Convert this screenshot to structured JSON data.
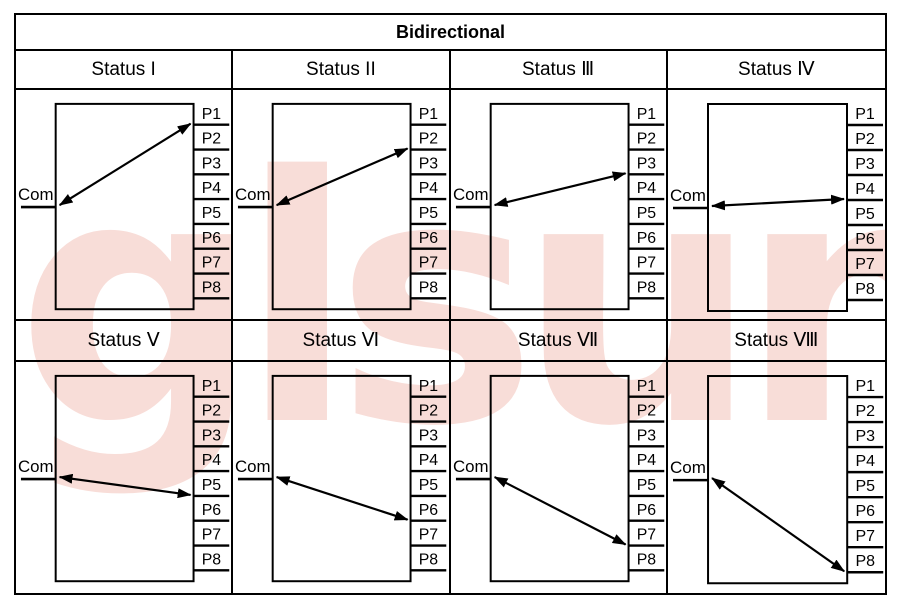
{
  "title": "Bidirectional",
  "watermark": {
    "text": "glsun",
    "color_hex": "#f8ddd8"
  },
  "line_color": "#000000",
  "panels": [
    {
      "title": "Status I",
      "com_label": "Com",
      "ports": [
        "P1",
        "P2",
        "P3",
        "P4",
        "P5",
        "P6",
        "P7",
        "P8"
      ],
      "active_port": "P1"
    },
    {
      "title": "Status II",
      "com_label": "Com",
      "ports": [
        "P1",
        "P2",
        "P3",
        "P4",
        "P5",
        "P6",
        "P7",
        "P8"
      ],
      "active_port": "P2"
    },
    {
      "title": "Status Ⅲ",
      "com_label": "Com",
      "ports": [
        "P1",
        "P2",
        "P3",
        "P4",
        "P5",
        "P6",
        "P7",
        "P8"
      ],
      "active_port": "P3"
    },
    {
      "title": "Status Ⅳ",
      "com_label": "Com",
      "ports": [
        "P1",
        "P2",
        "P3",
        "P4",
        "P5",
        "P6",
        "P7",
        "P8"
      ],
      "active_port": "P4"
    },
    {
      "title": "Status Ⅴ",
      "com_label": "Com",
      "ports": [
        "P1",
        "P2",
        "P3",
        "P4",
        "P5",
        "P6",
        "P7",
        "P8"
      ],
      "active_port": "P5"
    },
    {
      "title": "Status Ⅵ",
      "com_label": "Com",
      "ports": [
        "P1",
        "P2",
        "P3",
        "P4",
        "P5",
        "P6",
        "P7",
        "P8"
      ],
      "active_port": "P6"
    },
    {
      "title": "Status Ⅶ",
      "com_label": "Com",
      "ports": [
        "P1",
        "P2",
        "P3",
        "P4",
        "P5",
        "P6",
        "P7",
        "P8"
      ],
      "active_port": "P7"
    },
    {
      "title": "Status Ⅷ",
      "com_label": "Com",
      "ports": [
        "P1",
        "P2",
        "P3",
        "P4",
        "P5",
        "P6",
        "P7",
        "P8"
      ],
      "active_port": "P8"
    }
  ]
}
